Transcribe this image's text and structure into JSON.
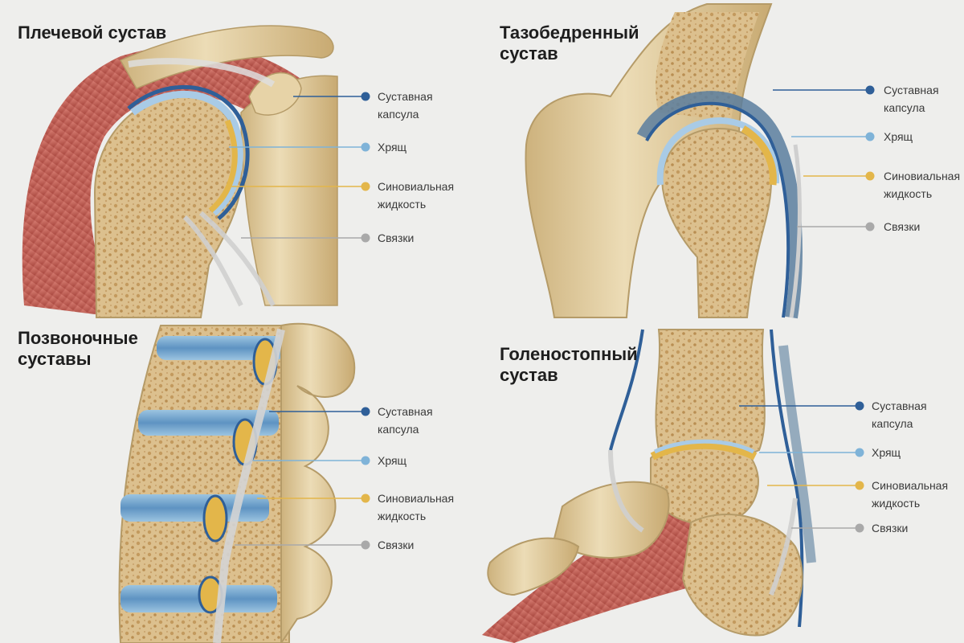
{
  "palette": {
    "background": "#eeeeec",
    "bone": "#e7d3a7",
    "bone_shade": "#c9ad78",
    "spongy": "#d8b57e",
    "muscle": "#c0635b",
    "capsule": "#2f5f98",
    "cartilage": "#7fb3d8",
    "synovial": "#e3b64a",
    "ligament": "#a9a9a9"
  },
  "legend_keys": [
    "capsule",
    "cartilage",
    "synovial",
    "ligament"
  ],
  "panels": [
    {
      "id": "shoulder",
      "title": "Плечевой сустав",
      "callouts": [
        {
          "key": "capsule",
          "label": "Суставная\nкапсула"
        },
        {
          "key": "cartilage",
          "label": "Хрящ"
        },
        {
          "key": "synovial",
          "label": "Синовиальная\nжидкость"
        },
        {
          "key": "ligament",
          "label": "Связки"
        }
      ]
    },
    {
      "id": "hip",
      "title": "Тазобедренный\nсустав",
      "callouts": [
        {
          "key": "capsule",
          "label": "Суставная\nкапсула"
        },
        {
          "key": "cartilage",
          "label": "Хрящ"
        },
        {
          "key": "synovial",
          "label": "Синовиальная\nжидкость"
        },
        {
          "key": "ligament",
          "label": "Связки"
        }
      ]
    },
    {
      "id": "spine",
      "title": "Позвоночные\nсуставы",
      "callouts": [
        {
          "key": "capsule",
          "label": "Суставная\nкапсула"
        },
        {
          "key": "cartilage",
          "label": "Хрящ"
        },
        {
          "key": "synovial",
          "label": "Синовиальная\nжидкость"
        },
        {
          "key": "ligament",
          "label": "Связки"
        }
      ]
    },
    {
      "id": "ankle",
      "title": "Голеностопный\nсустав",
      "callouts": [
        {
          "key": "capsule",
          "label": "Суставная\nкапсула"
        },
        {
          "key": "cartilage",
          "label": "Хрящ"
        },
        {
          "key": "synovial",
          "label": "Синовиальная\nжидкость"
        },
        {
          "key": "ligament",
          "label": "Связки"
        }
      ]
    }
  ]
}
